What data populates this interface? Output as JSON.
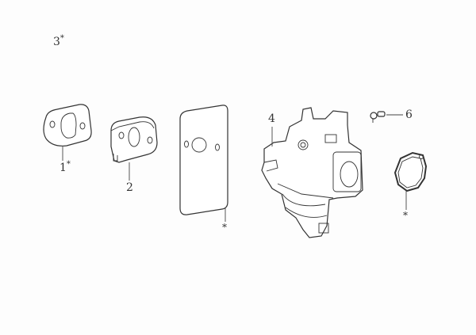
{
  "labels": {
    "part3": {
      "num": "3",
      "mark": "*"
    },
    "part1": {
      "num": "1",
      "mark": "*"
    },
    "part2": {
      "num": "2"
    },
    "gasket_large": {
      "mark": "*"
    },
    "part4": {
      "num": "4"
    },
    "part6": {
      "num": "6"
    },
    "ring_gasket": {
      "mark": "*"
    }
  }
}
